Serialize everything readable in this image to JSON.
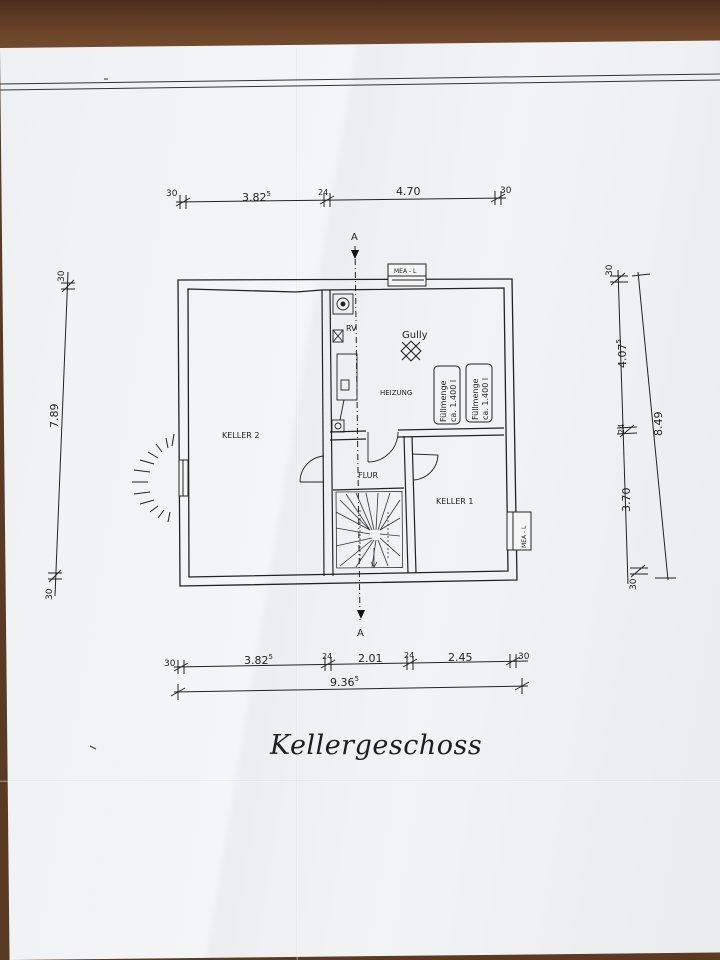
{
  "title": "Kellergeschoss",
  "rooms": {
    "keller2": "KELLER 2",
    "keller1": "KELLER 1",
    "heizung": "HEIZUNG",
    "flur": "FLUR",
    "rv": "RV",
    "gully": "Gully"
  },
  "tank_labels": {
    "line1": "Füllmenge",
    "line2": "ca. 1.400 l"
  },
  "window_labels": {
    "top": "MEA - L",
    "right": "MEA - L"
  },
  "section_marks": {
    "top": "A",
    "bottom": "A"
  },
  "dimensions": {
    "top": {
      "d1": "30",
      "d2_main": "3.82",
      "d2_sup": "5",
      "d3": "24",
      "d4": "4.70",
      "d5": "30"
    },
    "bottom": {
      "d1": "30",
      "d2_main": "3.82",
      "d2_sup": "5",
      "d3": "24",
      "d4": "2.01",
      "d5": "24",
      "d6": "2.45",
      "d7": "30",
      "total_main": "9.36",
      "total_sup": "5"
    },
    "left": {
      "top": "30",
      "main": "7.89",
      "bottom": "30"
    },
    "right": {
      "top": "30",
      "upper_main": "4.07",
      "upper_sup": "5",
      "mid": "24",
      "lower": "3.70",
      "bottom": "30",
      "total": "8.49"
    }
  }
}
